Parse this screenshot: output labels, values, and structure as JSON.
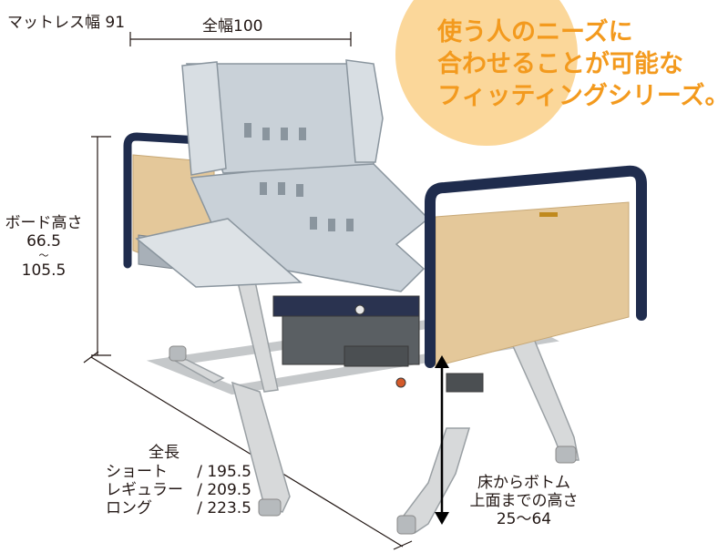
{
  "mattress_width": "マットレス幅 91",
  "total_width": "全幅100",
  "catch_copy": [
    "使う人のニーズに",
    "合わせることが可能な",
    "フィッティングシリーズ。"
  ],
  "board_height": [
    "ボード高さ",
    "66.5",
    "〜",
    "105.5"
  ],
  "total_length": {
    "title": "全長",
    "rows": [
      {
        "name": "ショート",
        "value": "/ 195.5"
      },
      {
        "name": "レギュラー",
        "value": "/ 209.5"
      },
      {
        "name": "ロング",
        "value": "/ 223.5"
      }
    ]
  },
  "bottom_height": [
    "床からボトム",
    "上面までの高さ",
    "25〜64"
  ],
  "colors": {
    "accent_circle": "#fbd79a",
    "catch_text": "#f39a1e",
    "board_wood": "#e4c89a",
    "frame_navy": "#1f2c4d",
    "deck_gray": "#c9d1d8",
    "base_silver": "#d7d9da"
  }
}
